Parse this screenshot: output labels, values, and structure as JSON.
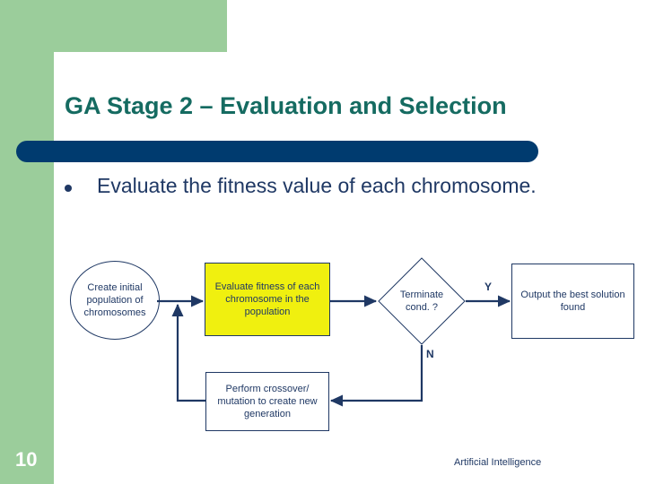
{
  "slide": {
    "title": "GA Stage 2 – Evaluation and Selection",
    "slide_number": "10",
    "footer": "Artificial Intelligence"
  },
  "colors": {
    "green_accent": "#9BCD9B",
    "navy_bar": "#003B6F",
    "title_teal": "#156B61",
    "body_navy": "#1F3864",
    "highlight_yellow": "#F0F00F"
  },
  "bullets": [
    {
      "marker": "bullet-dot",
      "text": "Evaluate the fitness value of each chromosome."
    }
  ],
  "flowchart": {
    "type": "flowchart",
    "nodes": [
      {
        "id": "start",
        "shape": "ellipse",
        "label": "Create initial population of chromosomes"
      },
      {
        "id": "evaluate",
        "shape": "rect-highlight",
        "label": "Evaluate fitness of each chromosome in the population"
      },
      {
        "id": "terminate",
        "shape": "diamond",
        "label": "Terminate cond. ?"
      },
      {
        "id": "output",
        "shape": "rect",
        "label": "Output the best solution found"
      },
      {
        "id": "crossover",
        "shape": "rect",
        "label": "Perform crossover/ mutation to create new generation"
      }
    ],
    "edges": [
      {
        "from": "start",
        "to": "evaluate",
        "label": ""
      },
      {
        "from": "evaluate",
        "to": "terminate",
        "label": ""
      },
      {
        "from": "terminate",
        "to": "output",
        "label": "Y"
      },
      {
        "from": "terminate",
        "to": "crossover",
        "label": "N"
      },
      {
        "from": "crossover",
        "to": "evaluate",
        "label": ""
      }
    ]
  }
}
